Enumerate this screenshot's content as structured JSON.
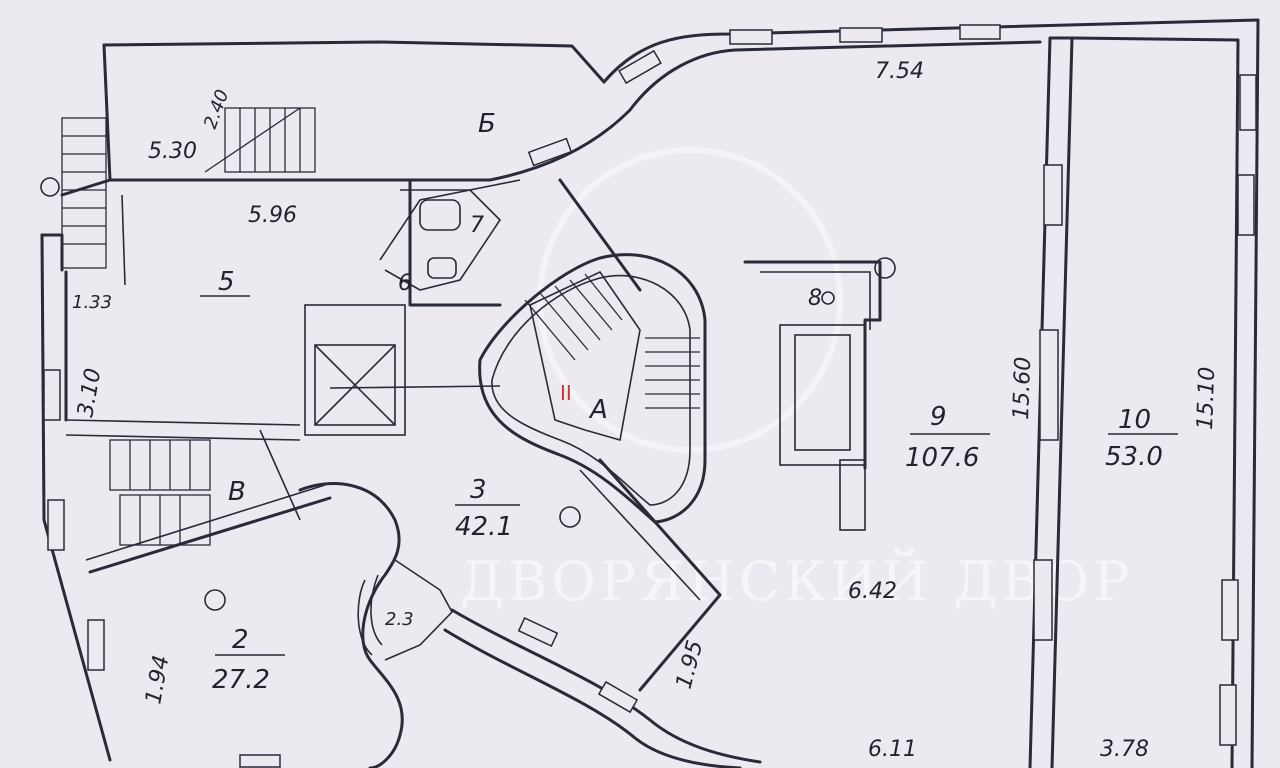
{
  "plan": {
    "dimensions": {
      "d_7_54": "7.54",
      "d_5_30": "5.30",
      "d_2_40": "2.40",
      "d_5_96": "5.96",
      "d_1_33": "1.33",
      "d_3_10": "3.10",
      "d_15_60": "15.60",
      "d_15_10": "15.10",
      "d_6_42": "6.42",
      "d_1_95": "1.95",
      "d_6_11": "6.11",
      "d_3_78": "3.78",
      "d_1_94": "1.94",
      "d_2_3": "2.3"
    },
    "rooms": {
      "r5": {
        "number": "5"
      },
      "r6": {
        "number": "6"
      },
      "r7": {
        "number": "7"
      },
      "r8": {
        "number": "8"
      },
      "r2": {
        "number": "2",
        "area": "27.2"
      },
      "r3": {
        "number": "3",
        "area": "42.1"
      },
      "r9": {
        "number": "9",
        "area": "107.6"
      },
      "r10": {
        "number": "10",
        "area": "53.0"
      }
    },
    "letters": {
      "a": "А",
      "b": "Б",
      "v": "В"
    },
    "roman_marker": "II",
    "watermark": "ДВОРЯНСКИЙ ДВОР"
  }
}
